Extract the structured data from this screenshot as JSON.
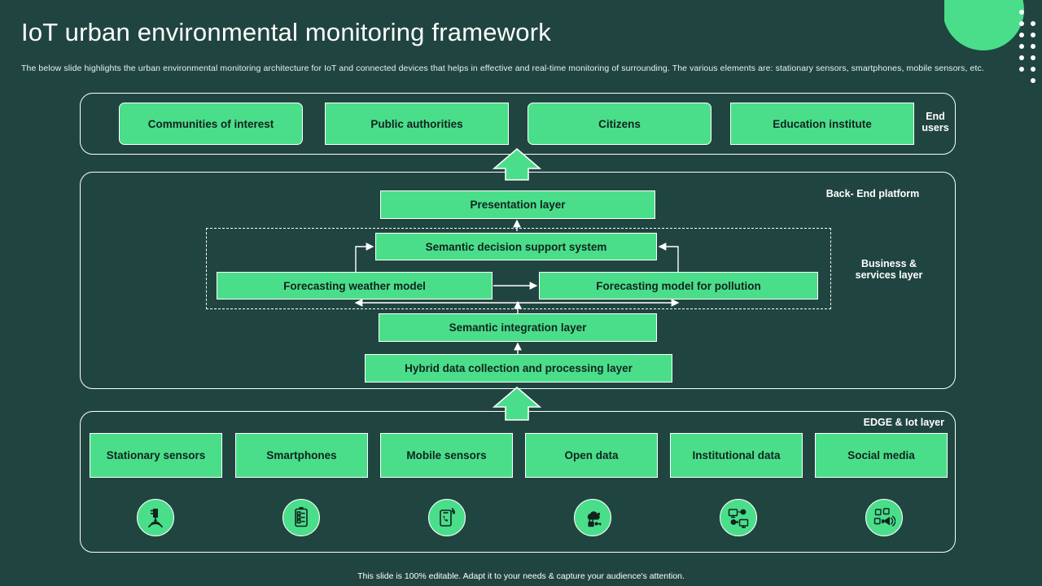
{
  "slide": {
    "title": "IoT urban environmental monitoring framework",
    "subtitle": "The below slide highlights the urban environmental monitoring architecture for IoT and connected devices that helps in effective and real-time monitoring of surrounding. The various elements are: stationary sensors, smartphones, mobile sensors, etc.",
    "footer": "This slide is 100% editable. Adapt it to your needs & capture your audience's attention.",
    "colors": {
      "background": "#204540",
      "accent_green": "#4ade8a",
      "outline": "#ffffff",
      "box_text": "#11231f"
    }
  },
  "end_users": {
    "label": "End\nusers",
    "label_line1": "End",
    "label_line2": "users",
    "boxes": [
      {
        "label": "Communities of interest"
      },
      {
        "label": "Public authorities"
      },
      {
        "label": "Citizens"
      },
      {
        "label": "Education institute"
      }
    ]
  },
  "back_end_platform": {
    "label": "Back- End platform",
    "business_layer_label_line1": "Business &",
    "business_layer_label_line2": "services layer",
    "presentation_layer": "Presentation layer",
    "semantic_decision": "Semantic decision support system",
    "forecasting_weather": "Forecasting weather model",
    "forecasting_pollution": "Forecasting model for pollution",
    "semantic_integration": "Semantic integration layer",
    "hybrid_layer": "Hybrid data collection and processing layer"
  },
  "edge_layer": {
    "label": "EDGE & Iot layer",
    "boxes": [
      {
        "label": "Stationary sensors",
        "icon": "sensor-antenna-icon"
      },
      {
        "label": "Smartphones",
        "icon": "smartphone-list-icon"
      },
      {
        "label": "Mobile sensors",
        "icon": "mobile-phone-signal-icon"
      },
      {
        "label": "Open data",
        "icon": "cloud-lock-key-icon"
      },
      {
        "label": "Institutional data",
        "icon": "monitors-exchange-icon"
      },
      {
        "label": "Social media",
        "icon": "megaphone-media-icon"
      }
    ]
  },
  "arrows": {
    "edge_to_backend": "up-block-arrow",
    "backend_to_endusers": "up-block-arrow"
  }
}
